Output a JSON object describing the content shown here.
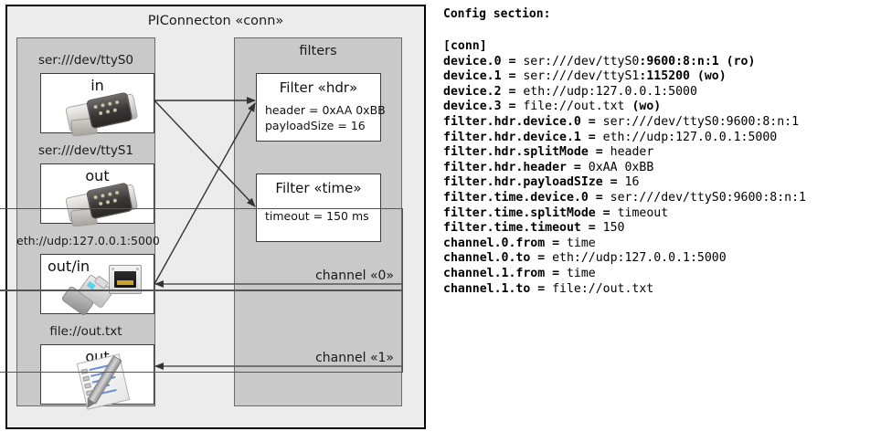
{
  "diagram": {
    "outer_title": "PIConnecton «conn»",
    "panels": {
      "devices_title": "",
      "filters_title": "filters"
    },
    "devices": [
      {
        "label": "ser:///dev/ttyS0",
        "caption": "in",
        "icon": "serial-port-icon"
      },
      {
        "label": "ser:///dev/ttyS1",
        "caption": "out",
        "icon": "serial-port-icon"
      },
      {
        "label": "eth://udp:127.0.0.1:5000",
        "caption": "out/in",
        "icon": "network-plug-icon"
      },
      {
        "label": "file://out.txt",
        "caption": "out",
        "icon": "text-document-icon"
      }
    ],
    "filters": [
      {
        "title": "Filter «hdr»",
        "attrs": [
          "header = 0xAA 0xBB",
          "payloadSize = 16"
        ]
      },
      {
        "title": "Filter «time»",
        "attrs": [
          "timeout = 150 ms"
        ]
      }
    ],
    "channels": [
      {
        "label": "channel «0»"
      },
      {
        "label": "channel «1»"
      }
    ],
    "colors": {
      "canvas": "#ececec",
      "panel": "#c9c9c9",
      "panel_border": "#6b6b6b",
      "box_fill": "#ffffff",
      "box_border": "#3c3c3c",
      "outline": "#000000",
      "arrow": "#333333"
    }
  },
  "config": {
    "title": "Config section:",
    "lines": [
      {
        "key": "[conn]",
        "value": ""
      },
      {
        "key": "device.0 = ",
        "value": "ser:///dev/ttyS0",
        "tail": ":9600:8:n:1 (ro)"
      },
      {
        "key": "device.1 = ",
        "value": "ser:///dev/ttyS1",
        "tail": ":115200 (wo)"
      },
      {
        "key": "device.2 = ",
        "value": "eth://udp:127.0.0.1:5000",
        "tail": ""
      },
      {
        "key": "device.3 = ",
        "value": "file://out.txt",
        "tail": " (wo)"
      },
      {
        "key": "filter.hdr.device.0 = ",
        "value": "ser:///dev/ttyS0:9600:8:n:1",
        "tail": ""
      },
      {
        "key": "filter.hdr.device.1 = ",
        "value": "eth://udp:127.0.0.1:5000",
        "tail": ""
      },
      {
        "key": "filter.hdr.splitMode = ",
        "value": "header",
        "tail": ""
      },
      {
        "key": "filter.hdr.header = ",
        "value": "0xAA 0xBB",
        "tail": ""
      },
      {
        "key": "filter.hdr.payloadSIze = ",
        "value": "16",
        "tail": ""
      },
      {
        "key": "filter.time.device.0 = ",
        "value": "ser:///dev/ttyS0:9600:8:n:1",
        "tail": ""
      },
      {
        "key": "filter.time.splitMode = ",
        "value": "timeout",
        "tail": ""
      },
      {
        "key": "filter.time.timeout = ",
        "value": "150",
        "tail": ""
      },
      {
        "key": "channel.0.from = ",
        "value": "time",
        "tail": ""
      },
      {
        "key": "channel.0.to = ",
        "value": "eth://udp:127.0.0.1:5000",
        "tail": ""
      },
      {
        "key": "channel.1.from = ",
        "value": "time",
        "tail": ""
      },
      {
        "key": "channel.1.to = ",
        "value": "file://out.txt",
        "tail": ""
      }
    ],
    "full_text": "[conn]\ndevice.0 = ser:///dev/ttyS0:9600:8:n:1 (ro)\ndevice.1 = ser:///dev/ttyS1:115200 (wo)\ndevice.2 = eth://udp:127.0.0.1:5000\ndevice.3 = file://out.txt (wo)\nfilter.hdr.device.0 = ser:///dev/ttyS0:9600:8:n:1\nfilter.hdr.device.1 = eth://udp:127.0.0.1:5000\nfilter.hdr.splitMode = header\nfilter.hdr.header = 0xAA 0xBB\nfilter.hdr.payloadSIze = 16\nfilter.time.device.0 = ser:///dev/ttyS0:9600:8:n:1\nfilter.time.splitMode = timeout\nfilter.time.timeout = 150\nchannel.0.from = time\nchannel.0.to = eth://udp:127.0.0.1:5000\nchannel.1.from = time\nchannel.1.to = file://out.txt"
  }
}
